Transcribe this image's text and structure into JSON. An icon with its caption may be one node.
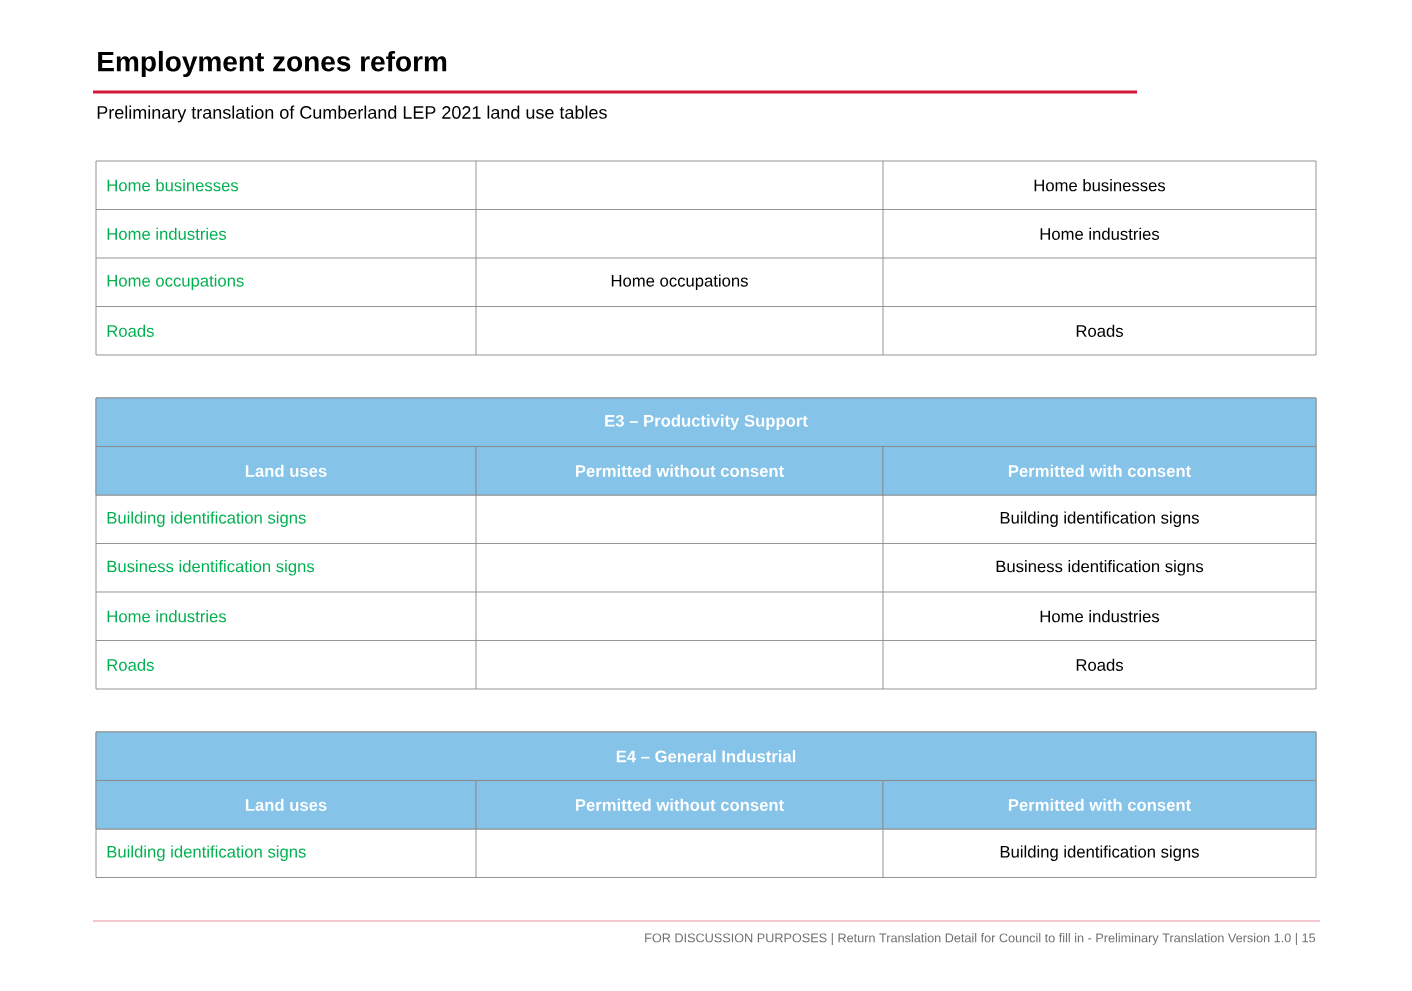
{
  "diagram": {
    "title": "Employment zones reform",
    "labels": [
      "Preliminary translation of Cumberland LEP 2021 land use tables",
      "Home businesses",
      "Home businesses",
      "Home industries",
      "Home industries",
      "Home occupations",
      "Home occupations",
      "Roads",
      "Roads",
      "E3 – Productivity Support",
      "Land uses",
      "Permitted without consent",
      "Permitted with consent",
      "Building identification signs",
      "Building identification signs",
      "Business identification signs",
      "Business identification signs",
      "Home industries",
      "Home industries",
      "Roads",
      "Roads",
      "E4 – General Industrial",
      "Land uses",
      "Permitted without consent",
      "Permitted with consent",
      "Building identification signs",
      "Building identification signs",
      "FOR DISCUSSION PURPOSES | Return Translation Detail for Council to fill in - Preliminary Translation Version 1.0 | 15"
    ]
  }
}
